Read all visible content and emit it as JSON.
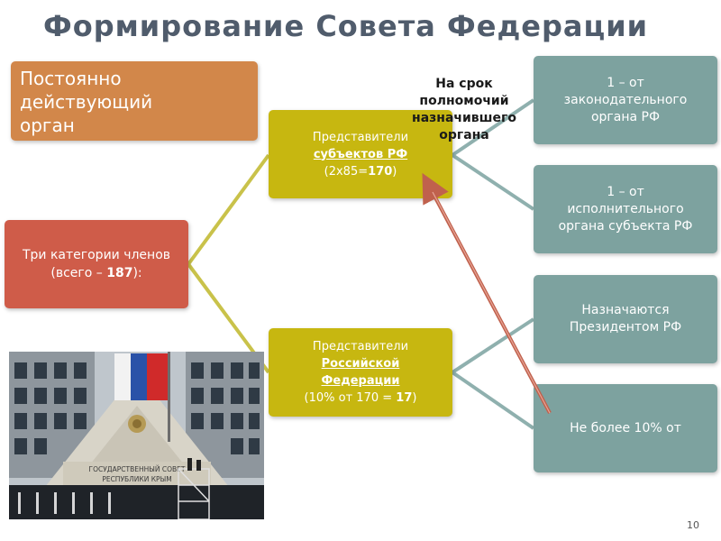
{
  "slide": {
    "title": "Формирование Совета Федерации",
    "page_number": "10"
  },
  "orange_box": {
    "lines": [
      "Постоянно",
      "действующий",
      "орган"
    ]
  },
  "members_box": {
    "line1": "Три категории членов",
    "line2_prefix": "(всего – ",
    "line2_bold": "187",
    "line2_suffix": "):"
  },
  "subjects_box": {
    "line1": "Представители",
    "line2": "субъектов РФ",
    "line3_prefix": "(2х85=",
    "line3_bold": "170",
    "line3_suffix": ")"
  },
  "federation_box": {
    "line1": "Представители",
    "line2": "Российской",
    "line3": "Федерации",
    "line4_prefix": "(10% от 170 = ",
    "line4_bold": "17",
    "line4_suffix": ")"
  },
  "term_callout": {
    "lines": [
      "На срок",
      "полномочий",
      "назначившего",
      "органа"
    ]
  },
  "right_boxes": {
    "legislative": [
      "1 – от",
      "законодательного",
      "органа РФ"
    ],
    "executive": [
      "1 – от",
      "исполнительного",
      "органа субъекта РФ"
    ],
    "president": [
      "Назначаются",
      "Президентом РФ"
    ],
    "limit": [
      "Не более 10% от"
    ]
  },
  "photo": {
    "sign_line1": "ГОСУДАРСТВЕННЫЙ СОВЕТ",
    "sign_line2": "РЕСПУБЛИКИ КРЫМ"
  },
  "colors": {
    "title": "#505c6c",
    "orange": "#d2874a",
    "red": "#cf5c49",
    "yellow": "#c7b710",
    "teal": "#7da29f",
    "arrow": "#c0614d",
    "connector_yellow": "#c9c24a",
    "connector_teal": "#8fb0ae"
  }
}
